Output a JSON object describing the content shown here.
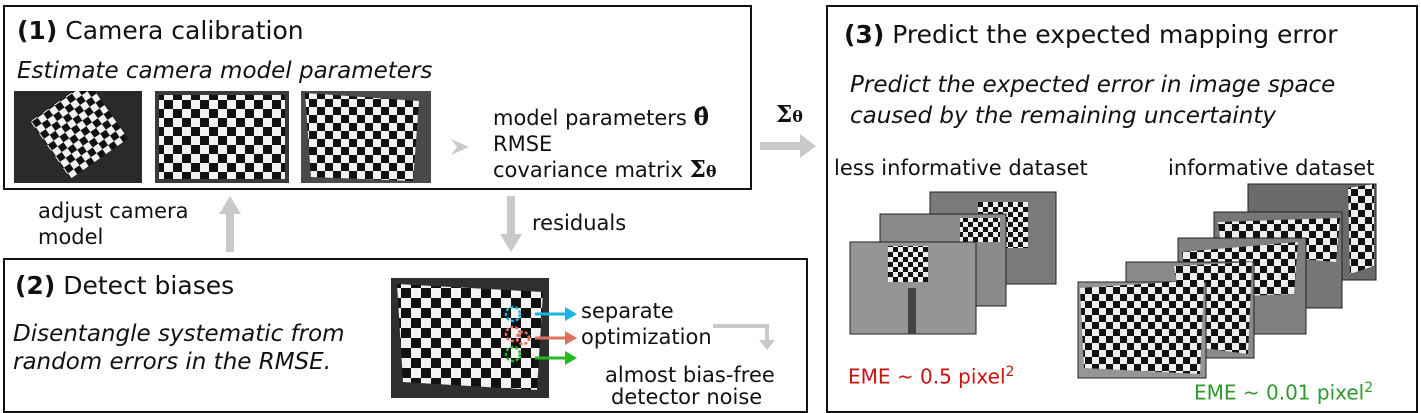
{
  "box1": {
    "num": "(1)",
    "title": "Camera calibration",
    "subtitle": "Estimate camera model parameters",
    "out_model": "model parameters",
    "theta_hat": "θ̂",
    "out_rmse": "RMSE",
    "out_cov": "covariance matrix",
    "sigma": "Σ",
    "theta": "θ"
  },
  "box2": {
    "num": "(2)",
    "title": "Detect biases",
    "desc_line1": "Disentangle systematic from",
    "desc_line2": "random errors in the RMSE.",
    "separate_line1": "separate",
    "separate_line2": "optimization",
    "noise_line1": "almost bias-free",
    "noise_line2": "detector noise"
  },
  "box3": {
    "num": "(3)",
    "title": "Predict the expected mapping error",
    "desc_line1": "Predict the expected error in image space",
    "desc_line2": "caused by the remaining uncertainty",
    "less_label": "less informative dataset",
    "info_label": "informative dataset",
    "eme_less": "EME ~ 0.5 pixel",
    "eme_info": "EME ~ 0.01 pixel",
    "sup": "2"
  },
  "arrows": {
    "adjust_line1": "adjust camera",
    "adjust_line2": "model",
    "residuals": "residuals",
    "sigma": "Σ",
    "theta": "θ"
  },
  "colors": {
    "arrow_gray": "#bdbdbd",
    "cyan": "#19b4e6",
    "salmon": "#e07060",
    "green": "#22bb22",
    "eme_red": "#cc1111",
    "eme_green": "#2a9a2a"
  }
}
